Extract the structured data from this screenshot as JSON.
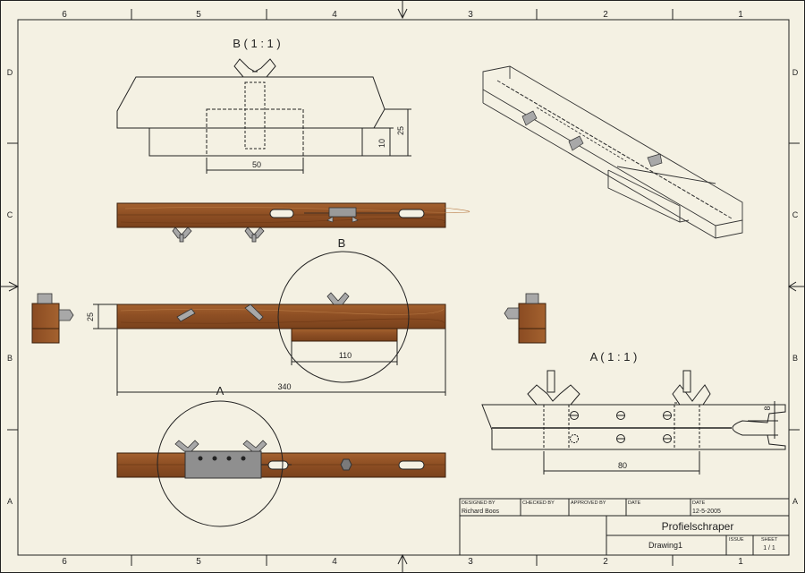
{
  "border": {
    "columns_top": [
      "6",
      "5",
      "4",
      "3",
      "2",
      "1"
    ],
    "columns_bottom": [
      "6",
      "5",
      "4",
      "3",
      "2",
      "1"
    ],
    "rows_left": [
      "D",
      "C",
      "B",
      "A"
    ],
    "rows_right": [
      "D",
      "C",
      "B",
      "A"
    ]
  },
  "views": {
    "detail_b_title": "B ( 1 : 1 )",
    "detail_a_title": "A ( 1 : 1 )",
    "callout_b": "B",
    "callout_a": "A"
  },
  "dimensions": {
    "b_width": "50",
    "b_height_small": "10",
    "b_height_large": "25",
    "front_height": "25",
    "front_block": "110",
    "front_length": "340",
    "a_width": "80",
    "a_height": "8"
  },
  "title_block": {
    "designed_by_label": "DESIGNED BY",
    "designed_by": "Richard Boos",
    "checked_by_label": "CHECKED BY",
    "approved_by_label": "APPROVED BY",
    "date_label_1": "DATE",
    "date_label_2": "DATE",
    "date": "12-5-2005",
    "title": "Profielschraper",
    "drawing": "Drawing1",
    "issue_label": "ISSUE",
    "sheet_label": "SHEET",
    "sheet": "1 / 1"
  },
  "colors": {
    "paper": "#f4f1e3",
    "wood": "#9b5a2c",
    "wood_dark": "#6e3a18",
    "metal": "#8a8a8a",
    "line": "#222222"
  }
}
